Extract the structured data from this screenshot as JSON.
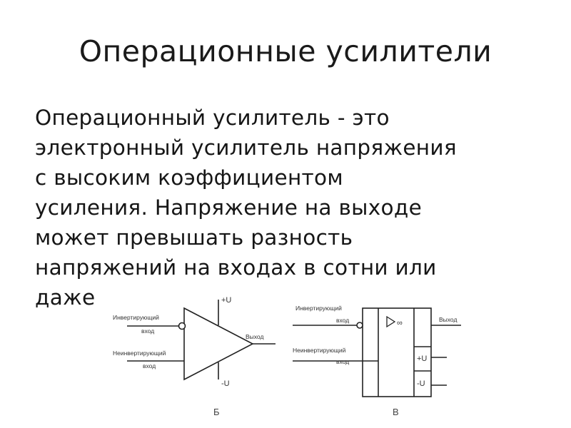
{
  "slide": {
    "title": "Операционные усилители",
    "body_lines": [
      "Операционный усилитель - это",
      "электронный усилитель напряжения",
      "с высоким коэффициентом",
      "усиления. Напряжение на выходе",
      "может превышать разность",
      "напряжений на входах в сотни или",
      "даже"
    ]
  },
  "diagram_b": {
    "inverting_line1": "Инвертирующий",
    "inverting_line2": "вход",
    "noninverting_line1": "Неинвертирующий",
    "noninverting_line2": "вход",
    "output": "Выход",
    "plus_u": "+U",
    "minus_u": "-U",
    "figure_label": "Б"
  },
  "diagram_v": {
    "inverting_line1": "Инвертирующий",
    "inverting_line2": "вход",
    "noninverting_line1": "Неинвертирующий",
    "noninverting_line2": "вход",
    "output": "Выход",
    "infinity": "∞",
    "plus_u": "+U",
    "minus_u": "-U",
    "figure_label": "В"
  }
}
